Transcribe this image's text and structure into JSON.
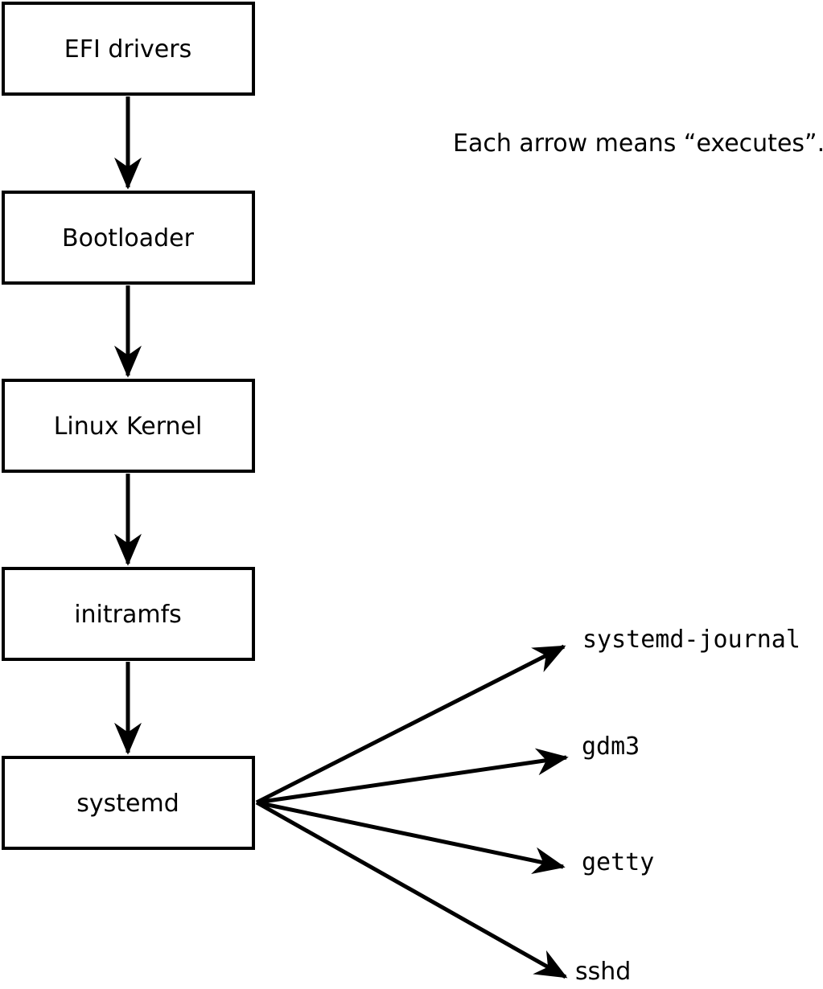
{
  "note": "Each arrow means “executes”.",
  "edge_meaning": "executes",
  "colors": {
    "foreground": "#000000",
    "background": "#ffffff"
  },
  "nodes": [
    {
      "id": "efi-drivers",
      "label": "EFI drivers"
    },
    {
      "id": "bootloader",
      "label": "Bootloader"
    },
    {
      "id": "linux-kernel",
      "label": "Linux Kernel"
    },
    {
      "id": "initramfs",
      "label": "initramfs"
    },
    {
      "id": "systemd",
      "label": "systemd"
    }
  ],
  "children": [
    {
      "id": "systemd-journal",
      "label": "systemd-journal"
    },
    {
      "id": "gdm3",
      "label": "gdm3"
    },
    {
      "id": "getty",
      "label": "getty"
    },
    {
      "id": "sshd",
      "label": "sshd"
    }
  ],
  "edges": [
    {
      "from": "EFI drivers",
      "to": "Bootloader"
    },
    {
      "from": "Bootloader",
      "to": "Linux Kernel"
    },
    {
      "from": "Linux Kernel",
      "to": "initramfs"
    },
    {
      "from": "initramfs",
      "to": "systemd"
    },
    {
      "from": "systemd",
      "to": "systemd-journal"
    },
    {
      "from": "systemd",
      "to": "gdm3"
    },
    {
      "from": "systemd",
      "to": "getty"
    },
    {
      "from": "systemd",
      "to": "sshd"
    }
  ]
}
